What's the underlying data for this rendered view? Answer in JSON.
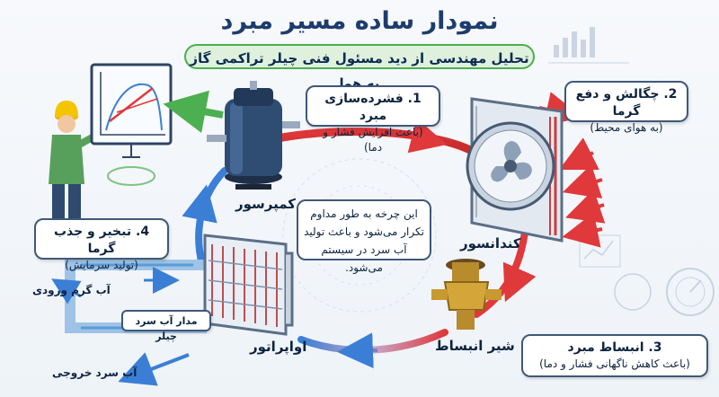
{
  "header": {
    "title": "نمودار ساده مسیر مبرد",
    "subtitle": "تحلیل مهندسی از دید مسئول فنی چیلر تراکمی گاز به هوا"
  },
  "steps": [
    {
      "title": "1. فشرده‌سازی مبرد",
      "detail": "(باعث افزایش فشار و دما)"
    },
    {
      "title": "2. چگالش و دفع گرما",
      "detail": "(به هوای محیط)"
    },
    {
      "title": "3. انبساط مبرد",
      "detail": "(باعث کاهش ناگهانی فشار و دما)"
    },
    {
      "title": "4. تبخیر و جذب گرما",
      "detail": "(تولید سرمایش)"
    }
  ],
  "center_note": "این چرخه به طور مداوم تکرار می‌شود و باعث تولید آب سرد در سیستم می‌شود.",
  "components": {
    "compressor": "کمپرسور",
    "condenser": "کندانسور",
    "expansion_valve": "شیر انبساط",
    "evaporator": "اواپراتور"
  },
  "water_loop": {
    "circuit": "مدار آب سرد چیلر",
    "inlet": "آب گرم ورودی",
    "outlet": "آب سرد خروجی"
  },
  "colors": {
    "hot_line": "#e0393b",
    "cold_line": "#3a7fd5",
    "accent_green": "#4caf50",
    "title_navy": "#1d3c6e"
  },
  "icons": [
    "engineer-icon",
    "ph-chart-icon",
    "compressor-icon",
    "condenser-fan-icon",
    "expansion-valve-icon",
    "evaporator-icon",
    "water-pipe-icon",
    "gauge-icon",
    "bar-chart-icon"
  ]
}
